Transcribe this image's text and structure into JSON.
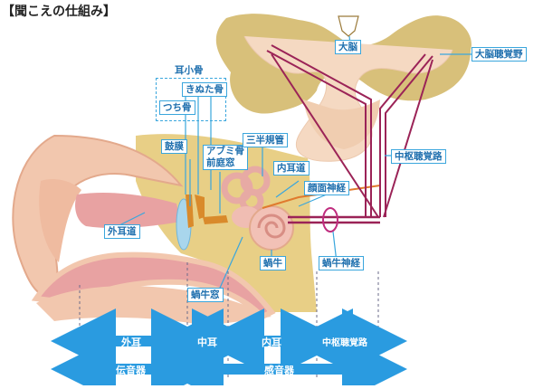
{
  "title": "【聞こえの仕組み】",
  "labels": {
    "jishokotsu": "耳小骨",
    "kinutakotsu": "きぬた骨",
    "tsuchikotsu": "つち骨",
    "komaku": "鼓膜",
    "abumikotsu_line1": "アブミ骨",
    "abumikotsu_line2": "前庭窓",
    "sanhankikan": "三半規管",
    "naijido": "内耳道",
    "ganmenshinkei": "顔面神経",
    "gaijido": "外耳道",
    "kagyu": "蝸牛",
    "kagyuso": "蝸牛窓",
    "kagyushinkei": "蝸牛神経",
    "dainou": "大脳",
    "dainouchokakuya": "大脳聴覚野",
    "chusuchokakuro": "中枢聴覚路"
  },
  "sections": {
    "outer": "外耳",
    "middle": "中耳",
    "inner": "内耳",
    "central": "中枢聴覚路"
  },
  "systems": {
    "conductive": "伝音器",
    "sensory": "感音器"
  },
  "colors": {
    "label_border": "#3aa6dd",
    "label_text": "#1e6fae",
    "arrow": "#2a9be0",
    "skin": "#f2c7ae",
    "skin_dark": "#e3a98c",
    "bone": "#e8cf86",
    "canal_red": "#e8a2a2",
    "nerve": "#9b2357",
    "ossicle": "#d98a2b",
    "brain_fill": "#f5d9c2",
    "brain_gyri": "#d8c07a"
  }
}
